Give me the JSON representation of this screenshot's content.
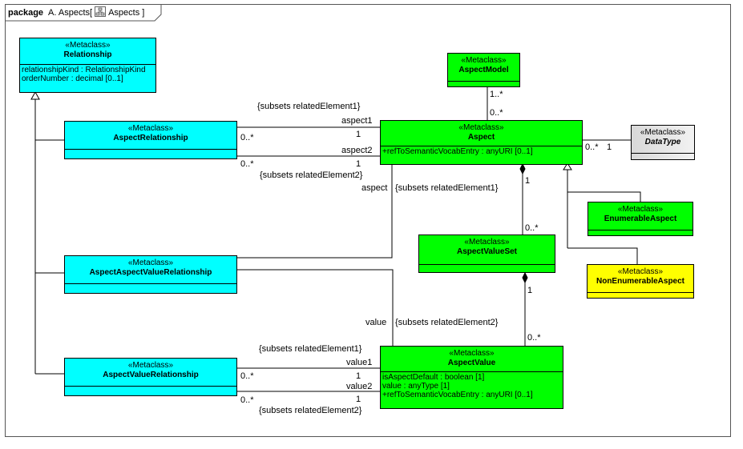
{
  "frame": {
    "keyword": "package",
    "title": "A. Aspects",
    "icon_name": "diagram-icon",
    "subtitle": "Aspects ]",
    "open_bracket": "["
  },
  "classes": {
    "relationship": {
      "stereotype": "«Metaclass»",
      "name": "Relationship",
      "attributes": [
        "relationshipKind : RelationshipKind",
        "orderNumber : decimal [0..1]"
      ]
    },
    "aspect_relationship": {
      "stereotype": "«Metaclass»",
      "name": "AspectRelationship"
    },
    "aspect_model": {
      "stereotype": "«Metaclass»",
      "name": "AspectModel"
    },
    "aspect": {
      "stereotype": "«Metaclass»",
      "name": "Aspect",
      "attributes": [
        "+refToSemanticVocabEntry : anyURI [0..1]"
      ]
    },
    "data_type": {
      "stereotype": "«Metaclass»",
      "name": "DataType"
    },
    "enumerable_aspect": {
      "stereotype": "«Metaclass»",
      "name": "EnumerableAspect"
    },
    "aspect_value_set": {
      "stereotype": "«Metaclass»",
      "name": "AspectValueSet"
    },
    "non_enumerable_aspect": {
      "stereotype": "«Metaclass»",
      "name": "NonEnumerableAspect"
    },
    "aspect_aspect_value_relationship": {
      "stereotype": "«Metaclass»",
      "name": "AspectAspectValueRelationship"
    },
    "aspect_value": {
      "stereotype": "«Metaclass»",
      "name": "AspectValue",
      "attributes": [
        "isAspectDefault : boolean [1]",
        "value : anyType [1]",
        "+refToSemanticVocabEntry : anyURI [0..1]"
      ]
    },
    "aspect_value_relationship": {
      "stereotype": "«Metaclass»",
      "name": "AspectValueRelationship"
    }
  },
  "labels": {
    "subsets_re1_top": "{subsets relatedElement1}",
    "aspect1": "aspect1",
    "one_a1": "1",
    "many_ar1": "0..*",
    "aspect2": "aspect2",
    "one_a2": "1",
    "many_ar2": "0..*",
    "subsets_re2_top": "{subsets relatedElement2}",
    "aspect_role": "aspect",
    "subsets_re1_mid": "{subsets relatedElement1}",
    "model_one_many": "1..*",
    "model_many": "0..*",
    "dt_many": "0..*",
    "dt_one": "1",
    "comp_one": "1",
    "comp_many": "0..*",
    "avs_one": "1",
    "avs_many": "0..*",
    "value_role": "value",
    "subsets_re2_mid": "{subsets relatedElement2}",
    "subsets_re1_bot": "{subsets relatedElement1}",
    "value1": "value1",
    "one_v1": "1",
    "many_vr1": "0..*",
    "value2": "value2",
    "one_v2": "1",
    "many_vr2": "0..*",
    "subsets_re2_bot": "{subsets relatedElement2}"
  }
}
